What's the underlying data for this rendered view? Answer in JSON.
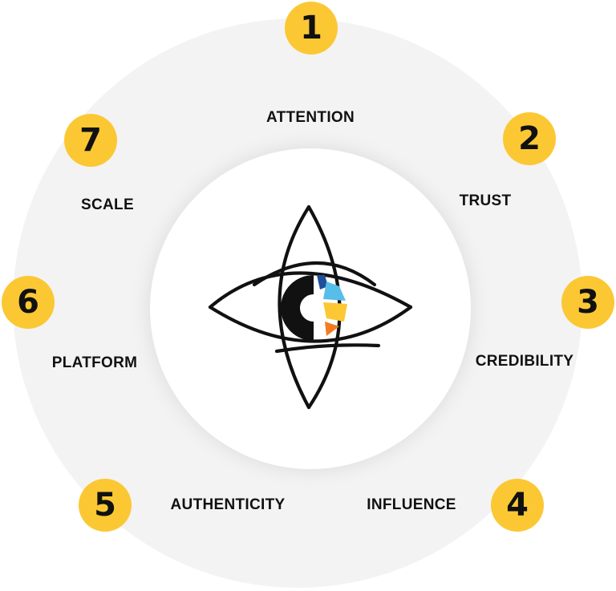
{
  "steps": [
    {
      "number": "1",
      "label": "ATTENTION"
    },
    {
      "number": "2",
      "label": "TRUST"
    },
    {
      "number": "3",
      "label": "CREDIBILITY"
    },
    {
      "number": "4",
      "label": "INFLUENCE"
    },
    {
      "number": "5",
      "label": "AUTHENTICITY"
    },
    {
      "number": "6",
      "label": "PLATFORM"
    },
    {
      "number": "7",
      "label": "SCALE"
    }
  ],
  "colors": {
    "badge": "#fbc834",
    "ring": "#f3f3f3",
    "text": "#111111",
    "logo_dark_blue": "#1f4e9b",
    "logo_light_blue": "#57bde9",
    "logo_yellow": "#fbc834",
    "logo_orange": "#f47b20"
  },
  "logo": {
    "icon": "eye-pie-chart-icon"
  }
}
